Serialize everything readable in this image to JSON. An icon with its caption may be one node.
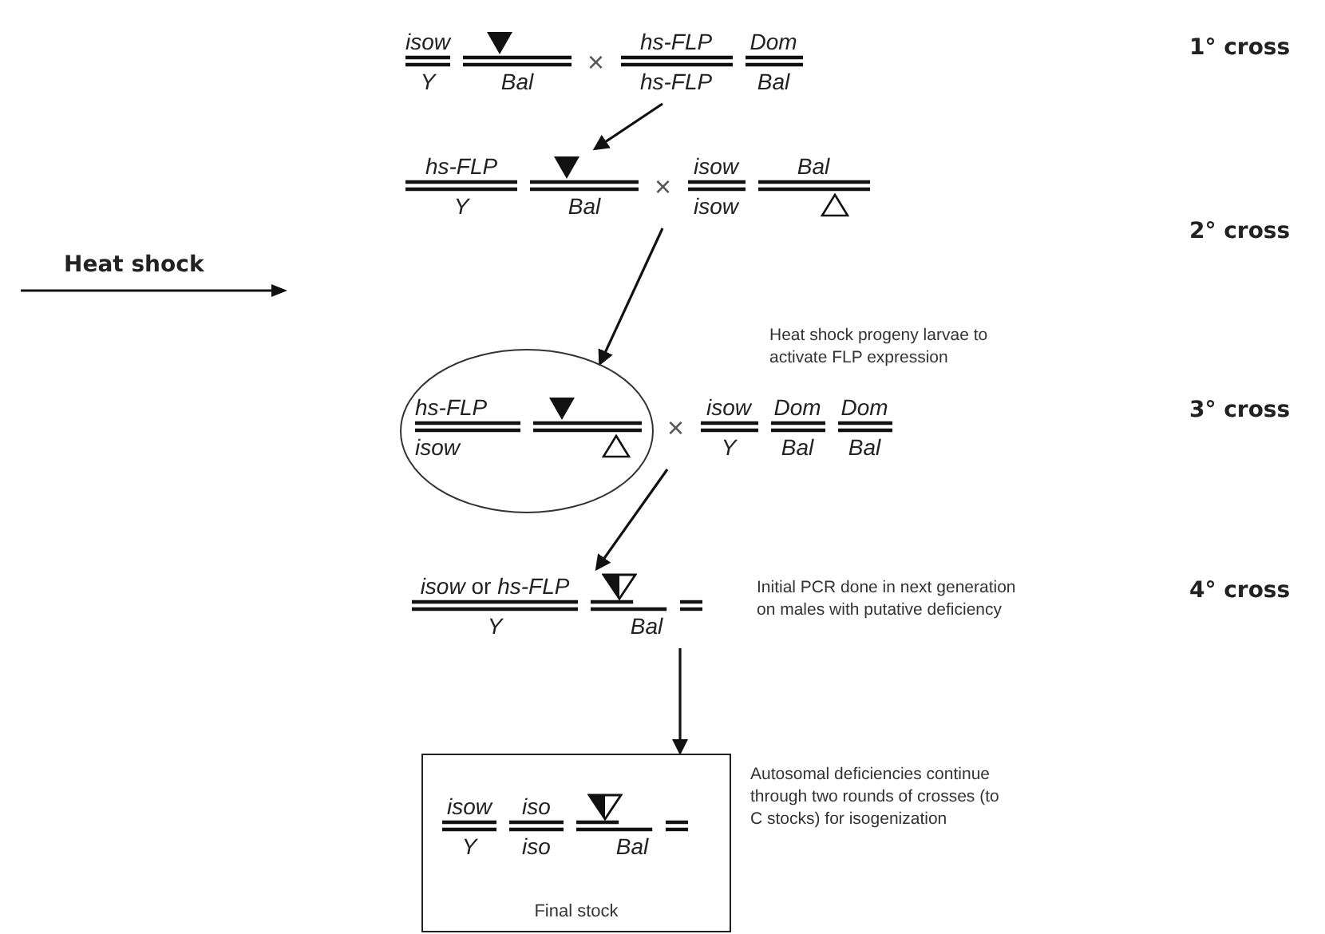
{
  "diagram": {
    "nodes": [
      {
        "text": [
          "isow",
          "Y",
          "Bal",
          "×",
          "hs-FLP",
          "hs-FLP",
          "Dom",
          "Bal"
        ]
      },
      {
        "text": [
          "hs-FLP",
          "Y",
          "Bal",
          "×",
          "isow",
          "isow",
          "Bal"
        ]
      },
      {
        "text": [
          "hs-FLP",
          "isow"
        ]
      },
      {
        "text": [
          "×",
          "isow",
          "Y",
          "Dom",
          "Bal",
          "Dom",
          "Bal"
        ]
      },
      {
        "text": [
          "*isow* or *hs-FLP*",
          "Y",
          "Bal"
        ],
        "beside": [
          "Initial PCR done in next generation on males with putative deficiency"
        ]
      },
      {
        "text": [
          "isow",
          "Y",
          "iso",
          "iso",
          "Bal",
          "Final stock"
        ],
        "beside": [
          "Autosomal deficiencies continue through two rounds of crosses (to C stocks) for isogenization"
        ]
      }
    ],
    "edges": [
      {
        "from": 0,
        "to": 1,
        "arrow": "to"
      },
      {
        "from": 1,
        "to": 2,
        "arrow": "to"
      },
      {
        "from": 3,
        "to": 4,
        "arrow": "to"
      },
      {
        "from": 4,
        "to": 5,
        "arrow": "to"
      }
    ],
    "labels": [
      "1° cross",
      "2° cross",
      "Heat shock",
      "Heat shock progeny larvae to activate FLP expression",
      "3° cross",
      "4° cross"
    ]
  }
}
